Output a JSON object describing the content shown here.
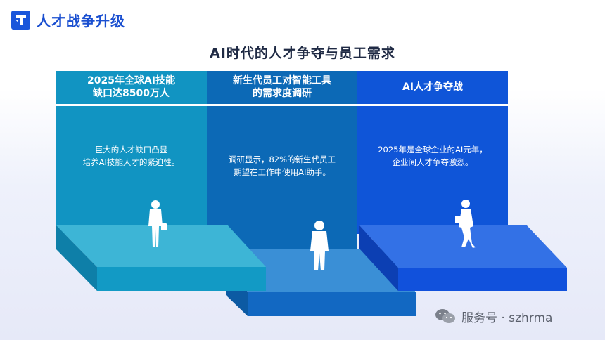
{
  "header": {
    "logo_icon": "T",
    "title": "人才战争升级"
  },
  "main_title": "AI时代的人才争夺与员工需求",
  "columns": [
    {
      "heading": "2025年全球AI技能\n缺口达8500万人",
      "body": "巨大的人才缺口凸显\n培养AI技能人才的紧迫性。",
      "figure_icon": "businessman-briefcase-icon",
      "color": "#0f93c1"
    },
    {
      "heading": "新生代员工对智能工具\n的需求度调研",
      "body": "调研显示，82%的新生代员工\n期望在工作中使用AI助手。",
      "figure_icon": "businessman-standing-icon",
      "color": "#0b68b5"
    },
    {
      "heading": "AI人才争夺战",
      "body": "2025年是全球企业的AI元年，\n企业间人才争夺激烈。",
      "figure_icon": "businesswoman-walking-icon",
      "color": "#0e4ed6"
    }
  ],
  "watermark": {
    "icon": "wechat-icon",
    "text": "服务号 · szhrma"
  }
}
